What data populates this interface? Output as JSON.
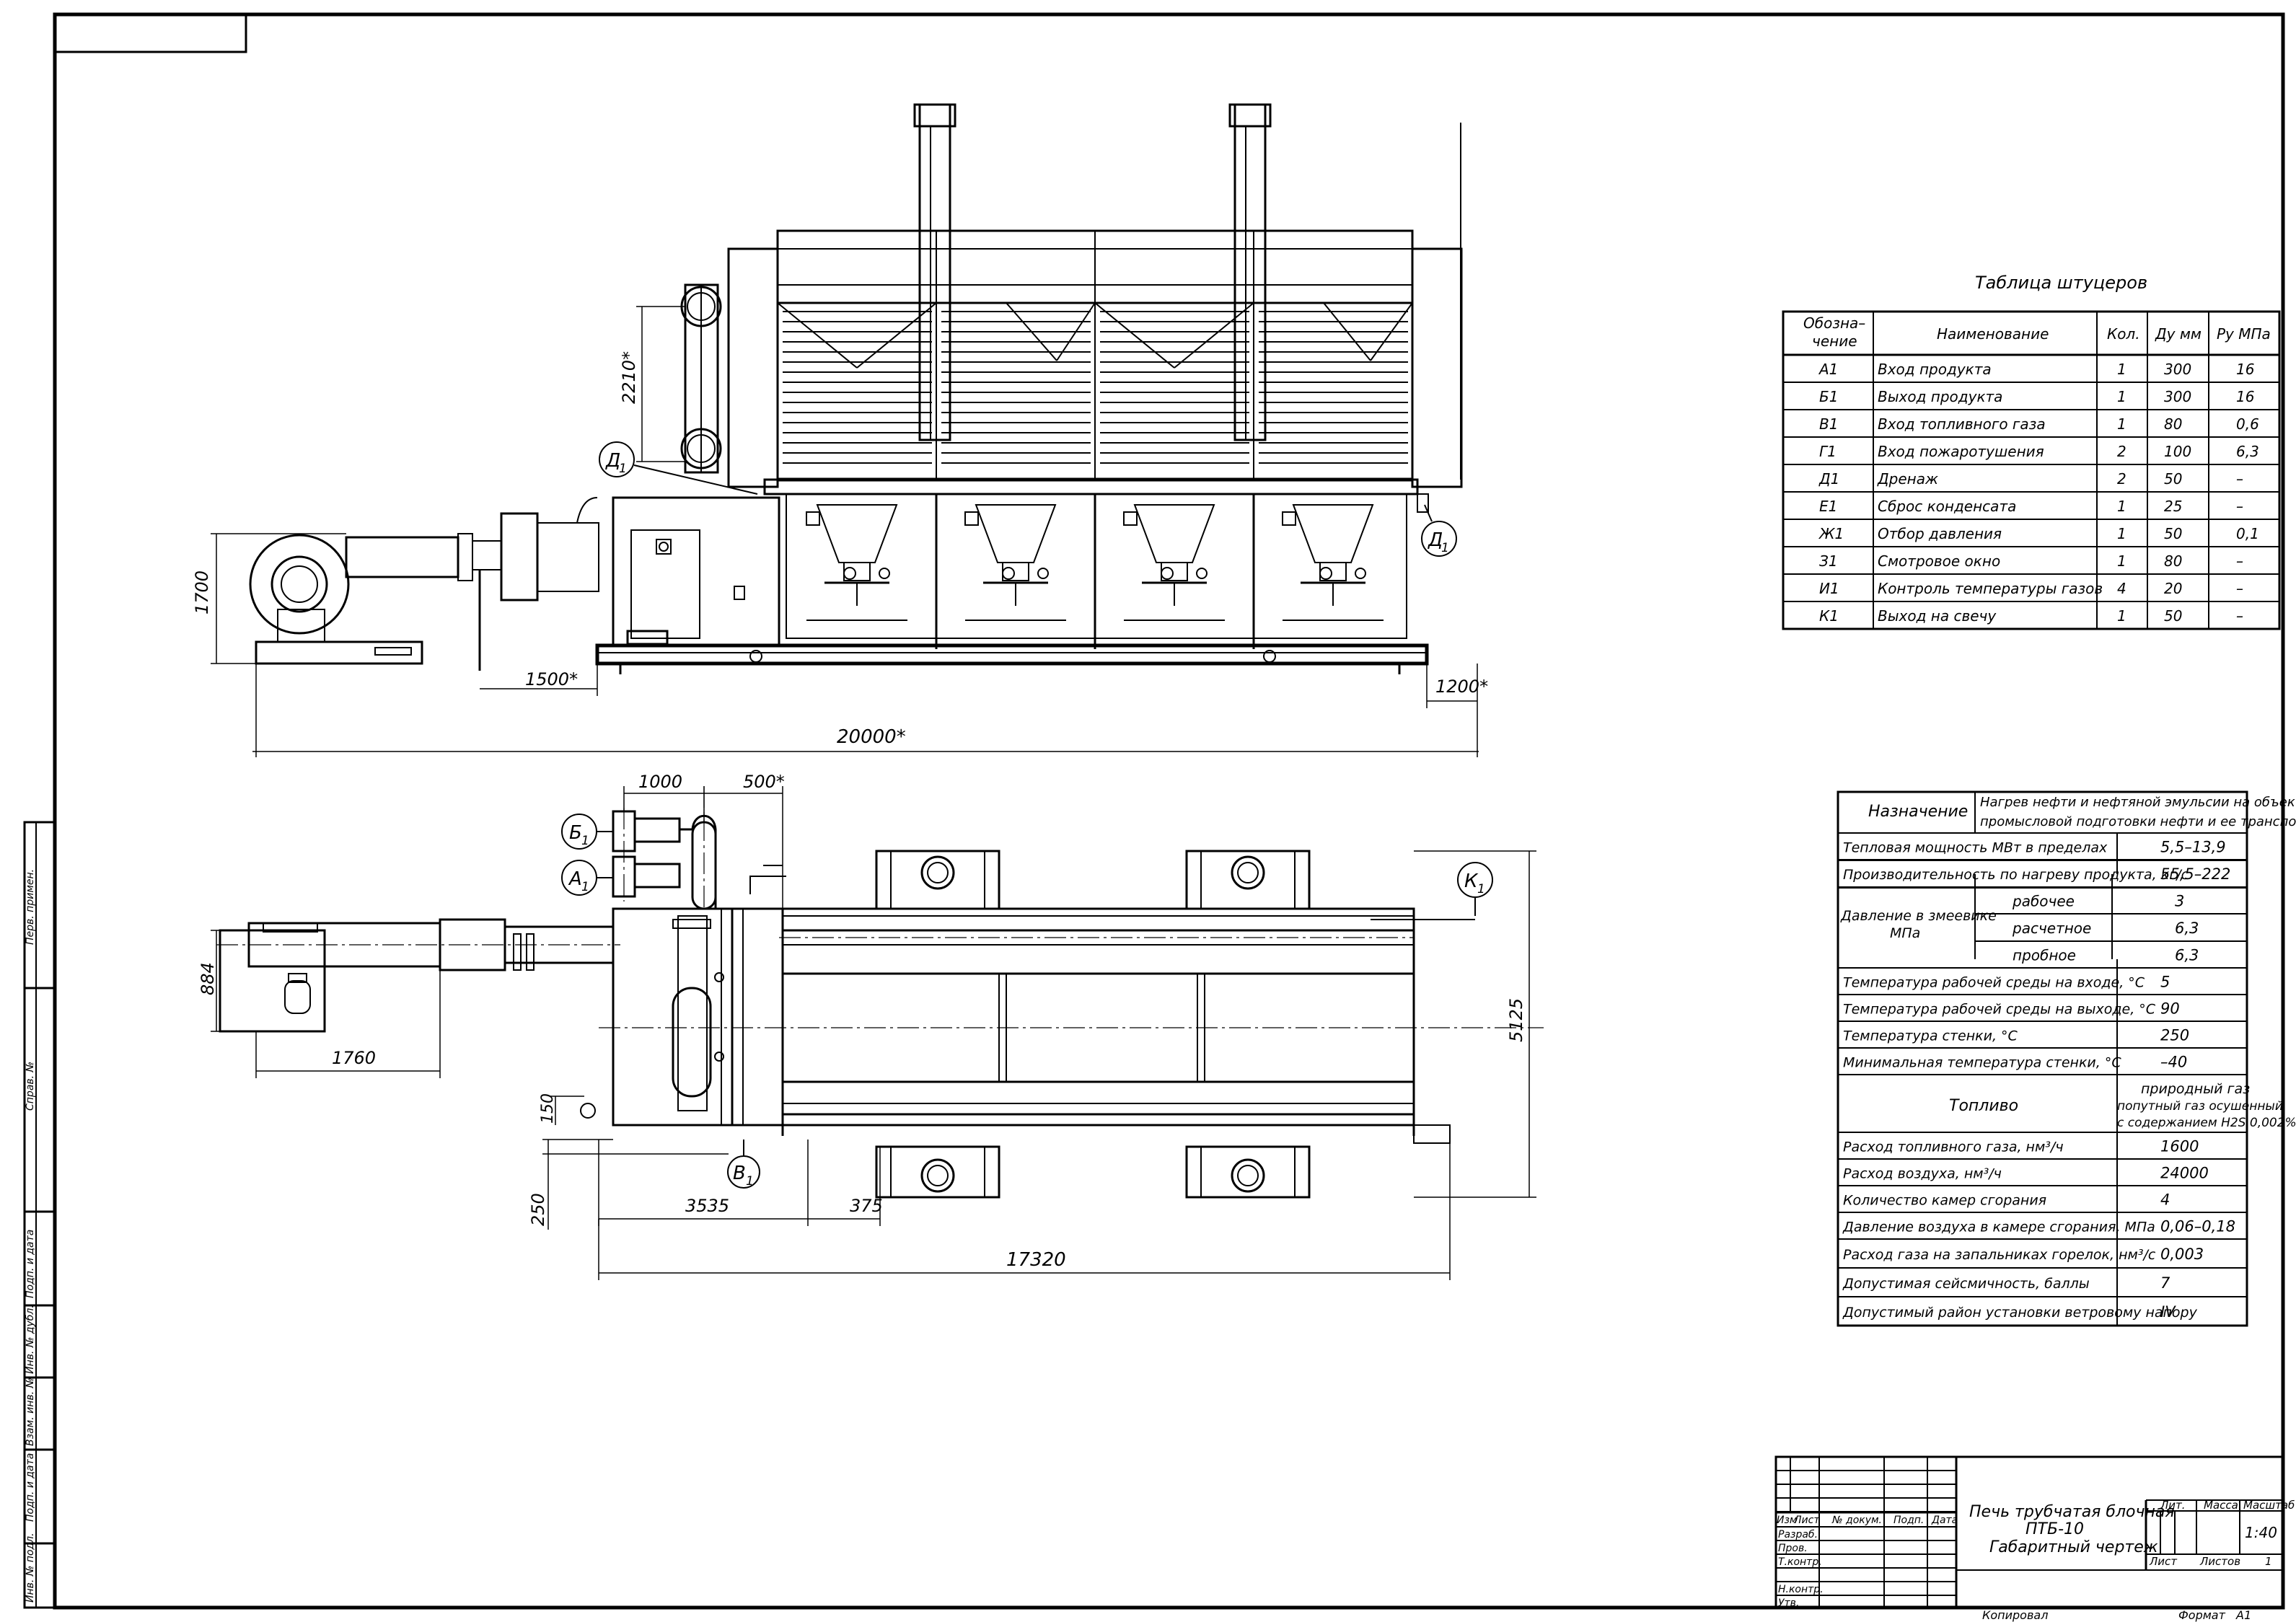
{
  "nozzle_table": {
    "title": "Таблица штуцеров",
    "headers": [
      "Обозна-\nчение",
      "Наименование",
      "Кол.",
      "Ду мм",
      "Ру МПа"
    ],
    "rows": [
      [
        "А1",
        "Вход продукта",
        "1",
        "300",
        "16"
      ],
      [
        "Б1",
        "Выход продукта",
        "1",
        "300",
        "16"
      ],
      [
        "В1",
        "Вход топливного газа",
        "1",
        "80",
        "0,6"
      ],
      [
        "Г1",
        "Вход пожаротушения",
        "2",
        "100",
        "6,3"
      ],
      [
        "Д1",
        "Дренаж",
        "2",
        "50",
        "–"
      ],
      [
        "Е1",
        "Сброс конденсата",
        "1",
        "25",
        "–"
      ],
      [
        "Ж1",
        "Отбор давления",
        "1",
        "50",
        "0,1"
      ],
      [
        "З1",
        "Смотровое окно",
        "1",
        "80",
        "–"
      ],
      [
        "И1",
        "Контроль температуры газов",
        "4",
        "20",
        "–"
      ],
      [
        "К1",
        "Выход на свечу",
        "1",
        "50",
        "–"
      ]
    ]
  },
  "spec_table": {
    "purpose_label": "Назначение",
    "purpose_value_1": "Нагрев нефти и нефтяной эмульсии на объектах",
    "purpose_value_2": "промысловой подготовки нефти и ее транспорта",
    "rows": [
      {
        "label": "Тепловая мощность МВт в пределах",
        "value": "5,5–13,9"
      },
      {
        "label": "Производительность по нагреву продукта, кг/с",
        "value": "55,5–222"
      },
      {
        "label": "Температура рабочей среды на входе, °С",
        "value": "5"
      },
      {
        "label": "Температура рабочей среды на выходе, °С",
        "value": "90"
      },
      {
        "label": "Температура стенки, °С",
        "value": "250"
      },
      {
        "label": "Минимальная температура стенки, °С",
        "value": "–40"
      },
      {
        "label": "Расход топливного газа, нм³/ч",
        "value": "1600"
      },
      {
        "label": "Расход воздуха, нм³/ч",
        "value": "24000"
      },
      {
        "label": "Количество камер сгорания",
        "value": "4"
      },
      {
        "label": "Давление воздуха в камере сгорания, МПа",
        "value": "0,06–0,18"
      },
      {
        "label": "Расход газа на запальниках горелок, нм³/с",
        "value": "0,003"
      },
      {
        "label": "Допустимая сейсмичность, баллы",
        "value": "7"
      },
      {
        "label": "Допустимый район установки ветровому напору",
        "value": "IV"
      }
    ],
    "pressure_label_1": "Давление в змеевике",
    "pressure_label_2": "МПа",
    "pressure_rows": [
      {
        "label": "рабочее",
        "value": "3"
      },
      {
        "label": "расчетное",
        "value": "6,3"
      },
      {
        "label": "пробное",
        "value": "6,3"
      }
    ],
    "fuel_label": "Топливо",
    "fuel_value_1": "природный газ",
    "fuel_value_2": "попутный газ осушенный",
    "fuel_value_3": "с содержанием H2S 0,002%"
  },
  "title_block": {
    "title_1": "Печь трубчатая блочная",
    "title_2": "ПТБ-10",
    "title_3": "Габаритный чертеж",
    "col_izm": "Изм",
    "col_list": "Лист",
    "col_ndoc": "№ докум.",
    "col_podp": "Подп.",
    "col_data": "Дата",
    "roles": [
      "Разраб.",
      "Пров.",
      "Т.контр.",
      "",
      "Н.контр.",
      "Утв."
    ],
    "lit_label": "Лит.",
    "mass_label": "Масса",
    "scale_label": "Масштаб",
    "scale_value": "1:40",
    "sheet_label": "Лист",
    "sheets_label": "Листов",
    "sheets_value": "1",
    "copied": "Копировал",
    "format_label": "Формат",
    "format_value": "А1"
  },
  "side_stamp": [
    "Перв. примен.",
    "Справ. №",
    "Подп. и дата",
    "Инв. № дубл.",
    "Взам. инв. №",
    "Подп. и дата",
    "Инв. № подл."
  ],
  "dims_front": {
    "d2210": "2210*",
    "d1700": "1700",
    "d1500": "1500*",
    "d20000": "20000*",
    "d1200": "1200*"
  },
  "dims_plan": {
    "d1000": "1000",
    "d500": "500*",
    "d884": "884",
    "d1760": "1760",
    "d5125": "5125",
    "d150": "150",
    "d250": "250",
    "d3535": "3535",
    "d375": "375",
    "d17320": "17320"
  },
  "callouts": {
    "d1_left": "Д",
    "d1_right": "Д",
    "b1": "Б",
    "a1": "А",
    "v1": "В",
    "k1": "К",
    "sub": "1"
  }
}
